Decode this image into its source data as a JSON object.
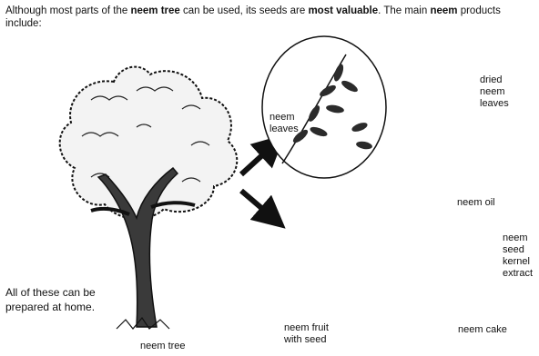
{
  "intro": {
    "part1": "Although most parts of the ",
    "bold1": "neem tree",
    "part2": " can be used, its seeds are ",
    "bold2": "most valuable",
    "part3": ". The main ",
    "bold3": "neem",
    "part4": " products include:"
  },
  "labels": {
    "neem_leaves": "neem\nleaves",
    "dried_neem_leaves": "dried\nneem\nleaves",
    "neem_oil": "neem oil",
    "neem_seed_kernel_extract": "neem\nseed\nkernel\nextract",
    "neem_fruit_with_seed": "neem fruit\nwith seed",
    "neem_cake": "neem cake",
    "neem_tree": "neem tree",
    "all_prepared_at_home": "All of these can be\nprepared at home."
  }
}
